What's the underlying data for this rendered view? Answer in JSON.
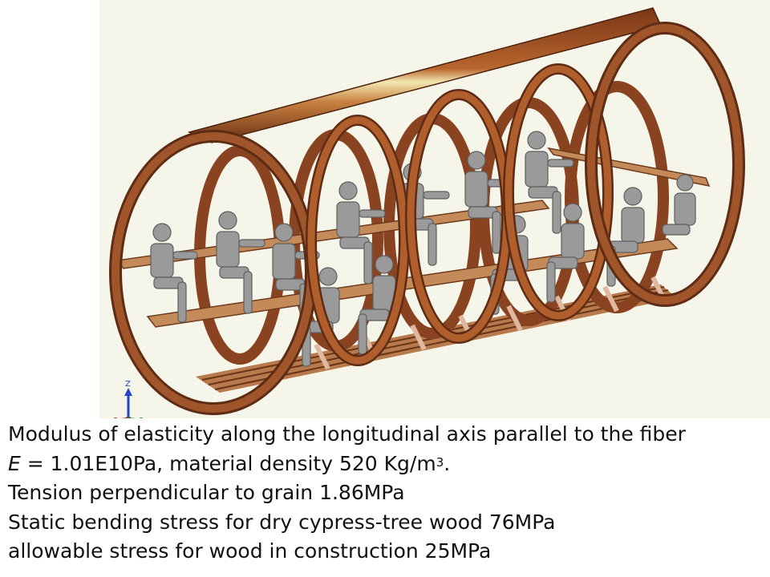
{
  "colors": {
    "background": "#f5f5e9",
    "wood": "#a0552a",
    "wood_dark": "#5e2c14",
    "beam_highlight": "#f3e7b0",
    "dummy": "#9a9a9a",
    "text": "#111111"
  },
  "axis_triad": {
    "z_label": "Z",
    "x_label": "X",
    "y_label": "Y"
  },
  "caption": {
    "line1": "Modulus of elasticity along the longitudinal axis parallel to the fiber",
    "line2_symbol": "E",
    "line2_text": " = 1.01E10Pa, material density 520 Kg/m",
    "line2_sup": "3",
    "line2_end": ".",
    "line3": "Tension perpendicular to grain 1.86MPa",
    "line4": "Static bending stress for dry cypress-tree wood 76MPa",
    "line5": "allowable stress for wood in construction 25MPa"
  }
}
